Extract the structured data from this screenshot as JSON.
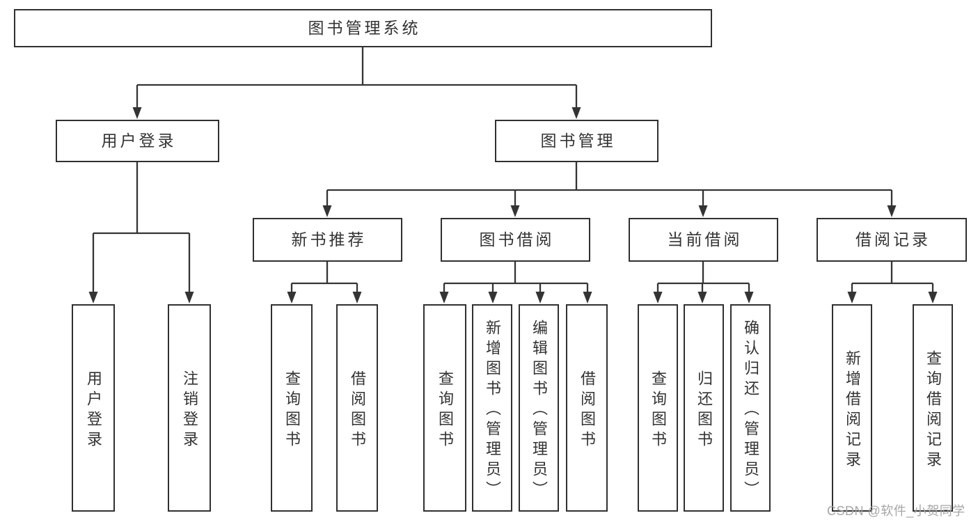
{
  "colors": {
    "line": "#343434",
    "box_border": "#303030",
    "text": "#333333",
    "background": "#ffffff",
    "watermark": "#a6a6a6"
  },
  "watermark": {
    "text": "CSDN @软件_小贺同学"
  },
  "tree": {
    "root": {
      "label": "图书管理系统"
    },
    "children": [
      {
        "label": "用户登录",
        "children": [
          {
            "label": "用户登录"
          },
          {
            "label": "注销登录"
          }
        ]
      },
      {
        "label": "图书管理",
        "children": [
          {
            "label": "新书推荐",
            "children": [
              {
                "label": "查询图书"
              },
              {
                "label": "借阅图书"
              }
            ]
          },
          {
            "label": "图书借阅",
            "children": [
              {
                "label": "查询图书"
              },
              {
                "label": "新增图书（管理员）"
              },
              {
                "label": "编辑图书（管理员）"
              },
              {
                "label": "借阅图书"
              }
            ]
          },
          {
            "label": "当前借阅",
            "children": [
              {
                "label": "查询图书"
              },
              {
                "label": "归还图书"
              },
              {
                "label": "确认归还（管理员）"
              }
            ]
          },
          {
            "label": "借阅记录",
            "children": [
              {
                "label": "新增借阅记录"
              },
              {
                "label": "查询借阅记录"
              }
            ]
          }
        ]
      }
    ]
  }
}
